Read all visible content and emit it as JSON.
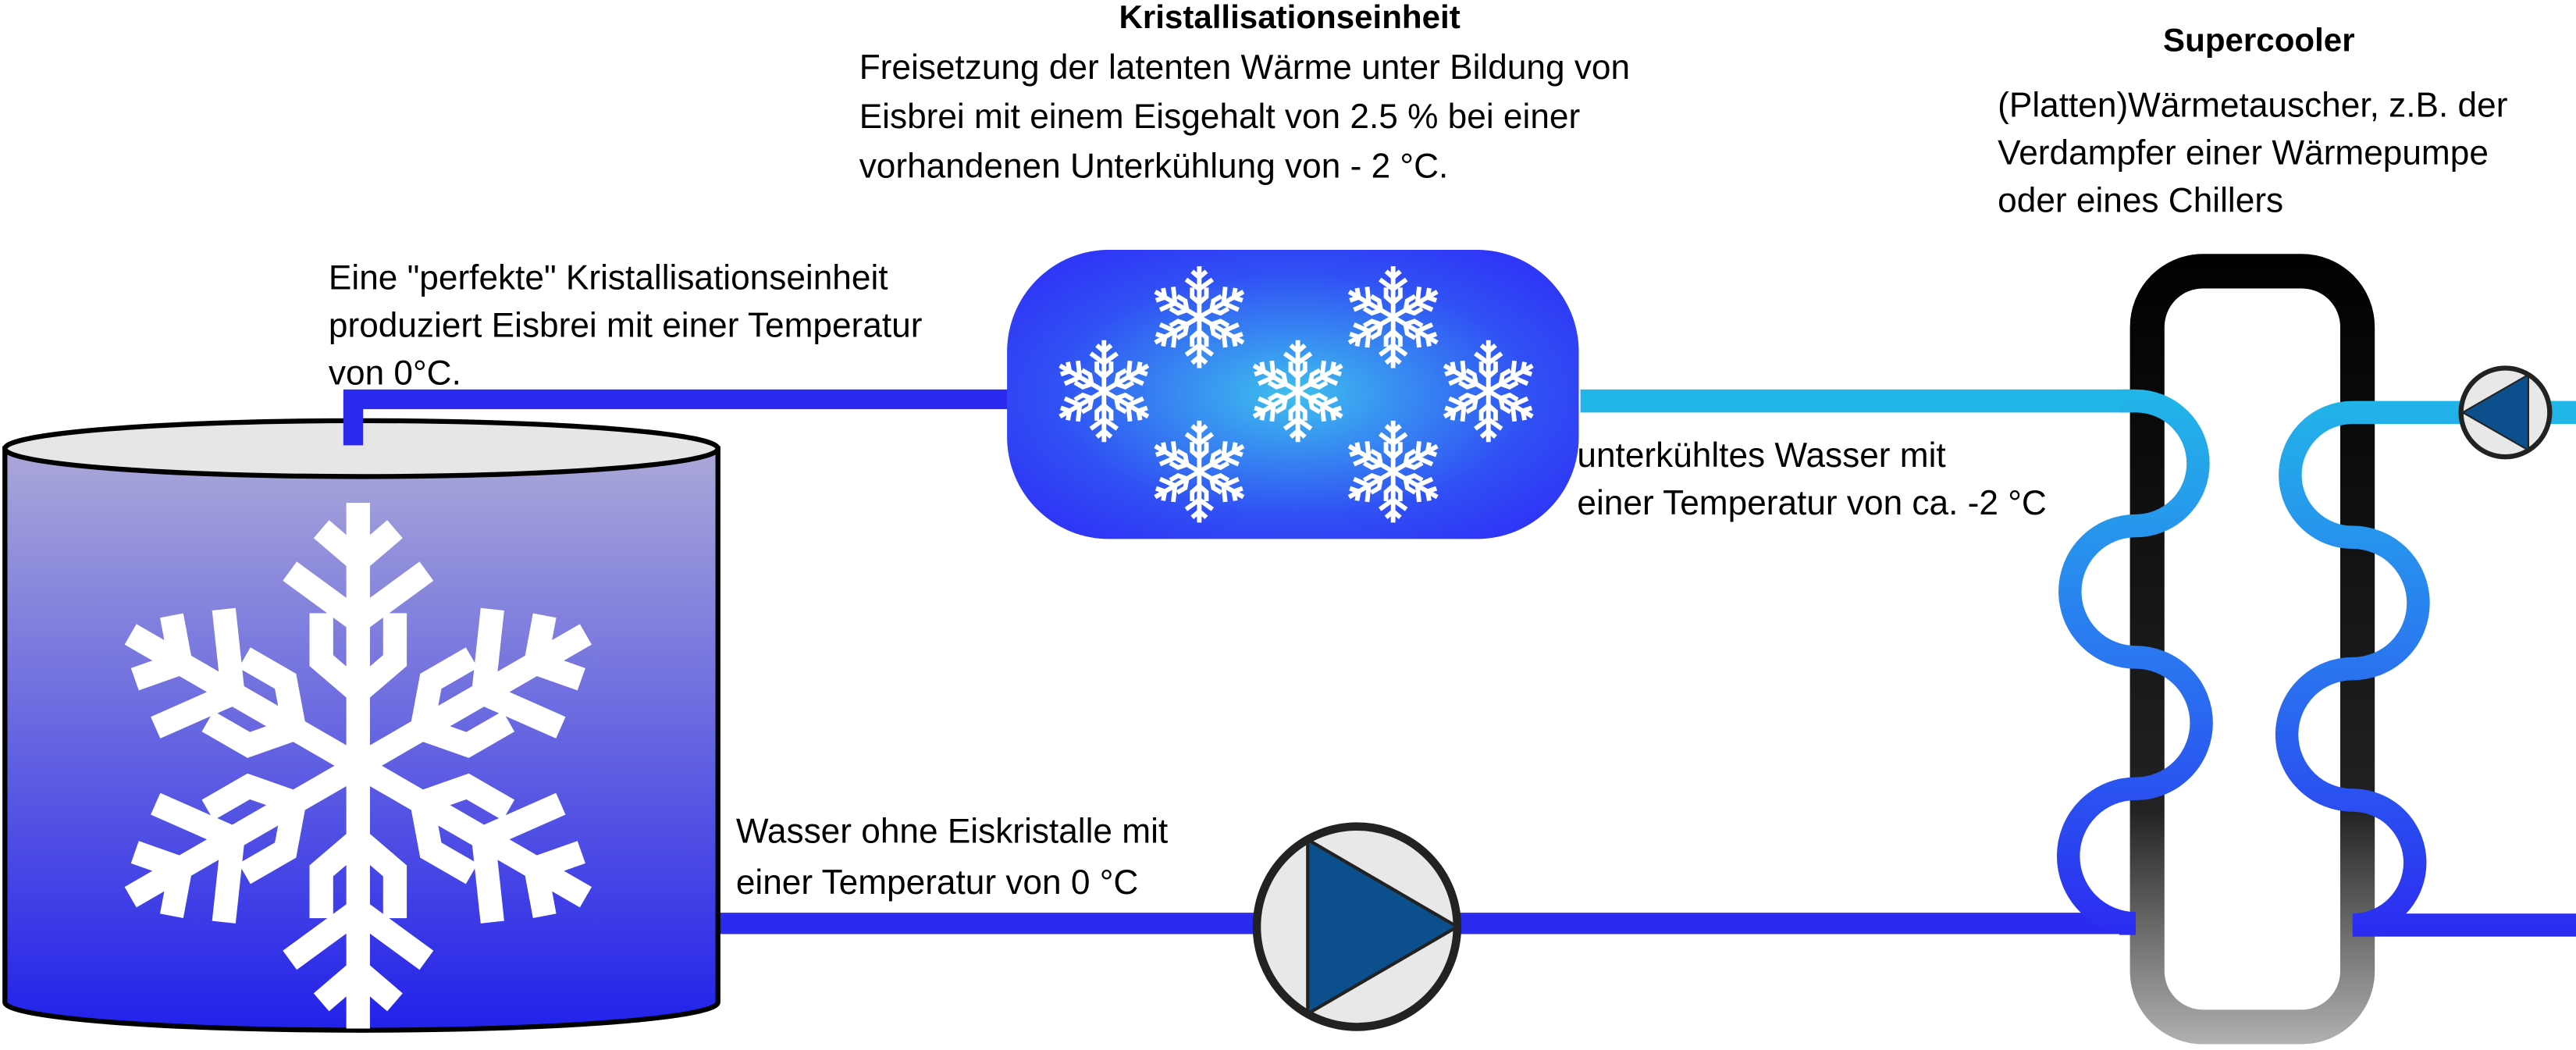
{
  "crystallizer": {
    "title": "Kristallisationseinheit",
    "description": [
      "Freisetzung der latenten Wärme unter Bildung von",
      "Eisbrei mit einem Eisgehalt von 2.5 % bei einer",
      "vorhandenen Unterkühlung von - 2 °C."
    ]
  },
  "supercooler": {
    "title": "Supercooler",
    "description": [
      "(Platten)Wärmetauscher, z.B. der",
      "Verdampfer einer Wärmepumpe",
      "oder eines Chillers"
    ]
  },
  "labels": {
    "perfect_unit": [
      "Eine \"perfekte\" Kristallisationseinheit",
      "produziert Eisbrei mit einer Temperatur",
      "von 0°C."
    ],
    "supercooled_water": [
      "unterkühltes Wasser mit",
      "einer Temperatur von ca. -2 °C"
    ],
    "water_no_ice": [
      "Wasser ohne Eiskristalle mit",
      "einer Temperatur von 0 °C"
    ]
  },
  "colors": {
    "pipe_dark_blue": "#2b2bf0",
    "pipe_cyan": "#22b5e8",
    "pump_triangle": "#0b4f8c",
    "pump_body": "#e8e8e8"
  }
}
